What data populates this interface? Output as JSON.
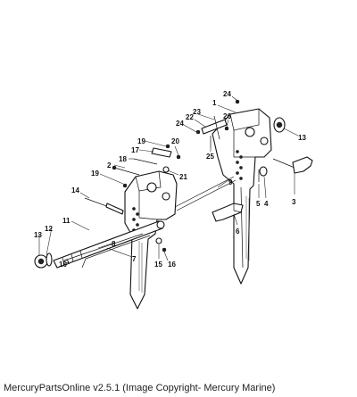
{
  "callouts": {
    "n1": "1",
    "n2": "2",
    "n3": "3",
    "n4": "4",
    "n5": "5",
    "n6": "6",
    "n7": "7",
    "n8": "8",
    "n9": "9",
    "n10": "10",
    "n11": "11",
    "n12": "12",
    "n13a": "13",
    "n13b": "13",
    "n14": "14",
    "n15": "15",
    "n16": "16",
    "n17": "17",
    "n18": "18",
    "n19a": "19",
    "n19b": "19",
    "n20": "20",
    "n21": "21",
    "n22": "22",
    "n23": "23",
    "n24a": "24",
    "n24b": "24",
    "n25": "25",
    "n26": "26"
  },
  "footer": {
    "caption": "MercuryPartsOnline v2.5.1 (Image Copyright- Mercury Marine)"
  }
}
